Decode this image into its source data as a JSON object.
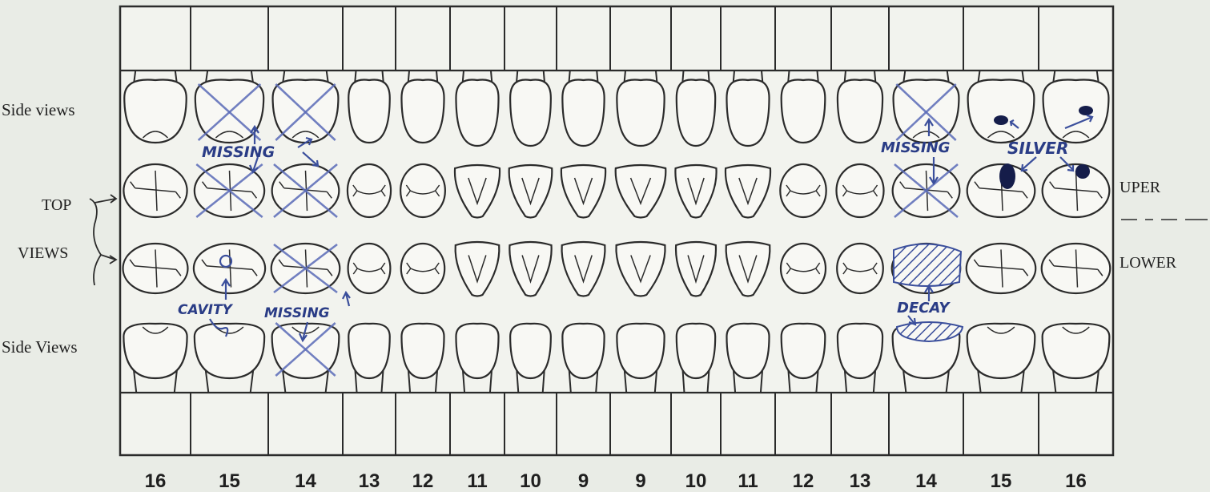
{
  "labels": {
    "side_views_upper": "Side views",
    "side_views_lower": "Side Views",
    "top": "TOP",
    "views": "VIEWS",
    "upper": "UPER",
    "lower": "LOWER"
  },
  "tooth_numbers": [
    "16",
    "15",
    "14",
    "13",
    "12",
    "11",
    "10",
    "9",
    "9",
    "10",
    "11",
    "12",
    "13",
    "14",
    "15",
    "16"
  ],
  "annotations": {
    "missing_left": "MISSING",
    "missing_right": "MISSING",
    "silver": "SILVER",
    "cavity": "CAVITY",
    "missing_lower": "MISSING",
    "decay": "DECAY"
  },
  "colors": {
    "ink": "#2b2b2b",
    "pen": "#3b4f9c",
    "paper": "#e9ece6"
  }
}
